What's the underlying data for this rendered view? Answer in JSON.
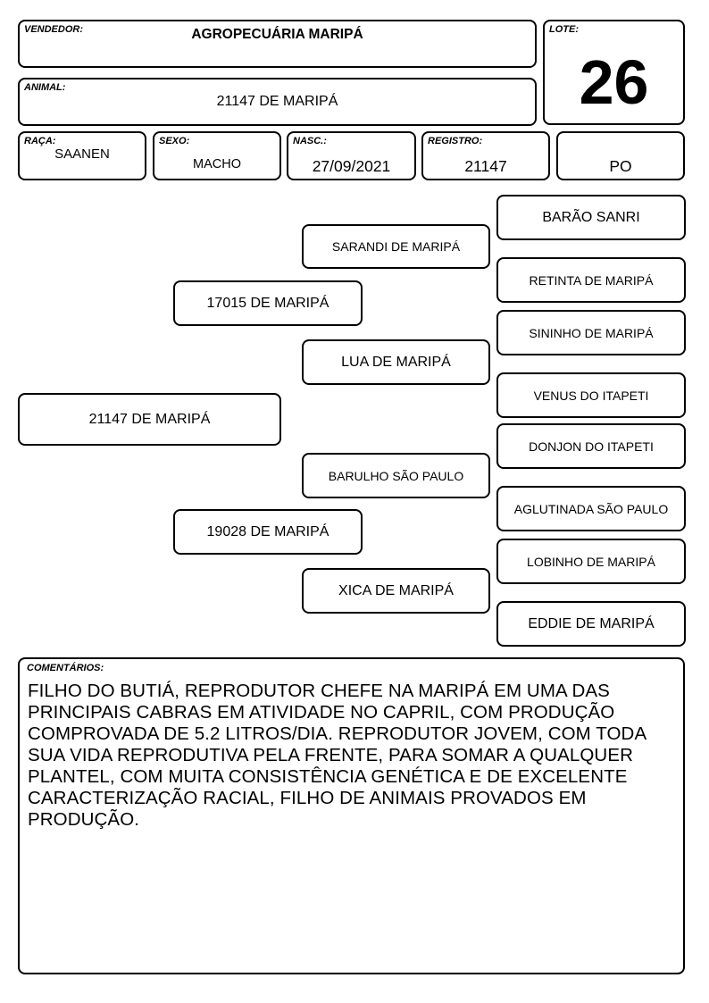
{
  "header": {
    "vendedor_label": "VENDEDOR:",
    "vendedor_value": "AGROPECUÁRIA MARIPÁ",
    "lote_label": "LOTE:",
    "lote_value": "26",
    "animal_label": "ANIMAL:",
    "animal_value": "21147 DE MARIPÁ"
  },
  "details": {
    "raca_label": "RAÇA:",
    "raca_value": "SAANEN",
    "sexo_label": "SEXO:",
    "sexo_value": "MACHO",
    "nasc_label": "NASC.:",
    "nasc_value": "27/09/2021",
    "registro_label": "REGISTRO:",
    "registro_value": "21147",
    "categoria_value": "PO"
  },
  "pedigree": {
    "animal": "21147 DE MARIPÁ",
    "sire": "17015 DE MARIPÁ",
    "dam": "19028 DE MARIPÁ",
    "sire_sire": "SARANDI DE MARIPÁ",
    "sire_dam": "LUA DE MARIPÁ",
    "dam_sire": "BARULHO SÃO PAULO",
    "dam_dam": "XICA DE MARIPÁ",
    "ggp": [
      "BARÃO SANRI",
      "RETINTA DE MARIPÁ",
      "SININHO DE MARIPÁ",
      "VENUS DO ITAPETI",
      "DONJON DO ITAPETI",
      "AGLUTINADA SÃO PAULO",
      "LOBINHO DE MARIPÁ",
      "EDDIE DE MARIPÁ"
    ]
  },
  "comments": {
    "label": "COMENTÁRIOS:",
    "text": "FILHO DO BUTIÁ, REPRODUTOR CHEFE NA MARIPÁ EM UMA DAS PRINCIPAIS CABRAS EM ATIVIDADE NO CAPRIL, COM PRODUÇÃO COMPROVADA DE 5.2 LITROS/DIA. REPRODUTOR JOVEM, COM TODA SUA VIDA REPRODUTIVA PELA FRENTE, PARA SOMAR A QUALQUER PLANTEL, COM MUITA CONSISTÊNCIA GENÉTICA E DE EXCELENTE CARACTERIZAÇÃO RACIAL, FILHO DE ANIMAIS PROVADOS EM PRODUÇÃO."
  }
}
